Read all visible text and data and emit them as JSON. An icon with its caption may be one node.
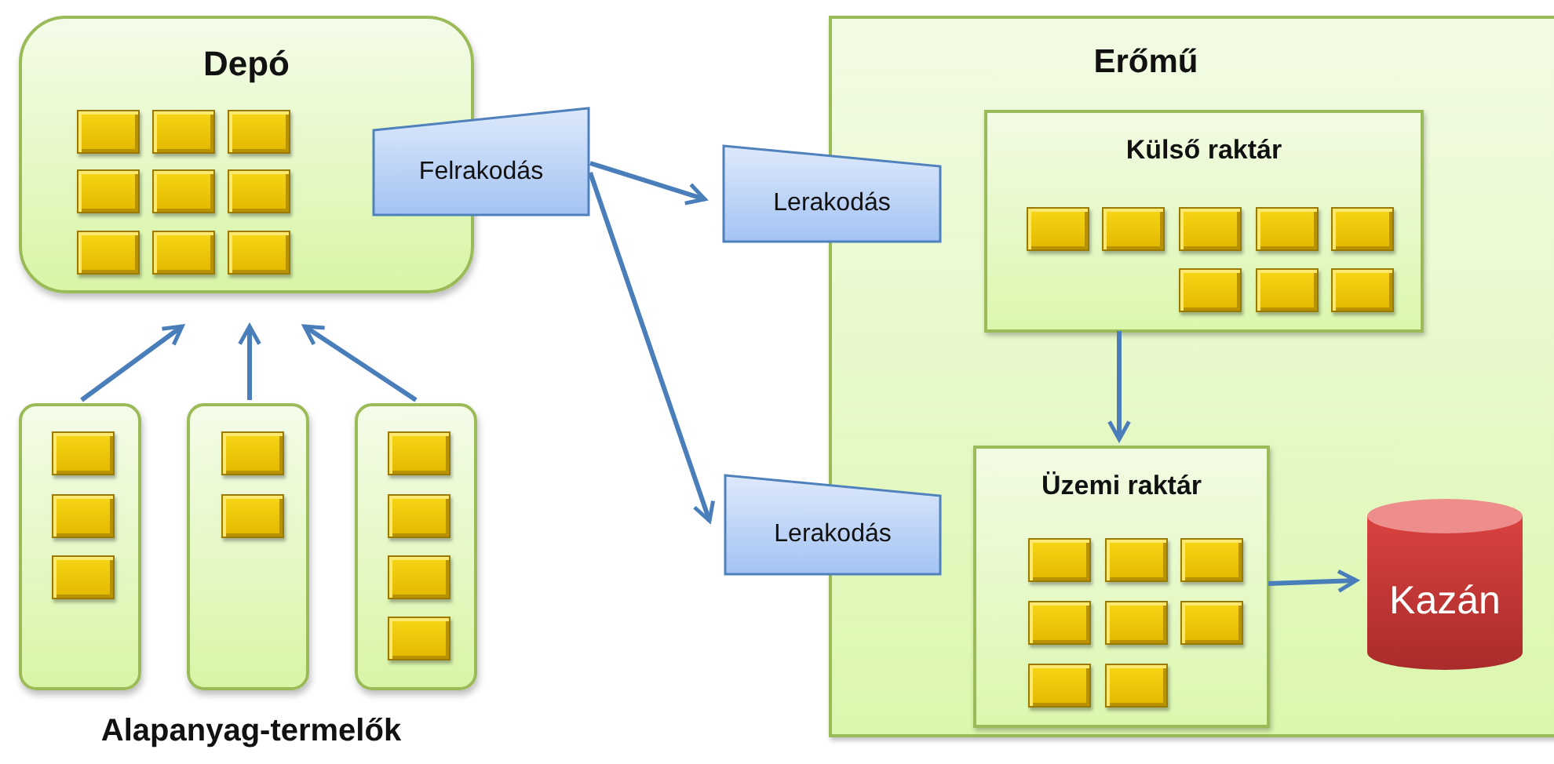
{
  "diagram": {
    "nodes": [
      {
        "text": [
          "Depó"
        ]
      },
      {
        "text": [],
        "shape": "box"
      },
      {
        "text": [],
        "shape": "box"
      },
      {
        "text": [],
        "shape": "box"
      },
      {
        "text": [
          "Felrakodás"
        ]
      },
      {
        "text": [
          "Lerakodás"
        ]
      },
      {
        "text": [
          "Lerakodás"
        ]
      },
      {
        "text": [
          "Erőmű"
        ]
      },
      {
        "text": [
          "Külső raktár"
        ],
        "in": 7
      },
      {
        "text": [
          "Üzemi raktár"
        ],
        "in": 7
      },
      {
        "text": [
          "Kazán"
        ],
        "in": 7
      }
    ],
    "edges": [
      {
        "from": 1,
        "to": 0,
        "arrow": "to"
      },
      {
        "from": 2,
        "to": 0,
        "arrow": "to"
      },
      {
        "from": 3,
        "to": 0,
        "arrow": "to"
      },
      {
        "from": 4,
        "to": 5,
        "arrow": "to"
      },
      {
        "from": 4,
        "to": 6,
        "arrow": "to"
      },
      {
        "from": 8,
        "to": 9,
        "arrow": "to"
      },
      {
        "from": 9,
        "to": 10,
        "arrow": "to"
      }
    ],
    "labels": [
      "Alapanyag-termelők"
    ]
  }
}
